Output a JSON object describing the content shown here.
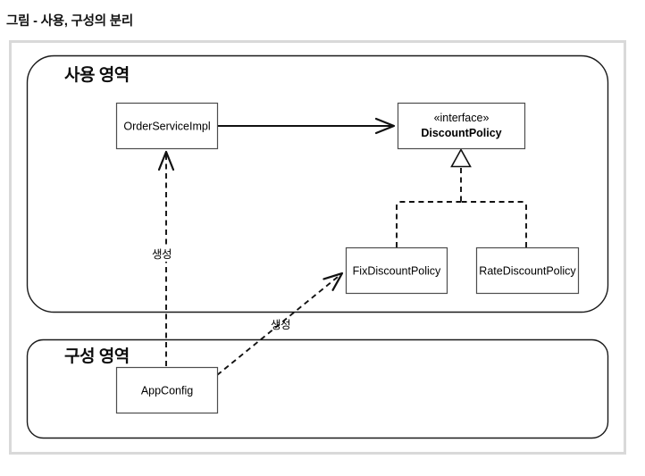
{
  "title": "그림 - 사용, 구성의 분리",
  "diagram": {
    "regions": {
      "usage": {
        "label": "사용 영역"
      },
      "config": {
        "label": "구성 영역"
      }
    },
    "nodes": {
      "order_service_impl": {
        "label": "OrderServiceImpl"
      },
      "discount_policy": {
        "stereotype": "«interface»",
        "label": "DiscountPolicy"
      },
      "fix_discount_policy": {
        "label": "FixDiscountPolicy"
      },
      "rate_discount_policy": {
        "label": "RateDiscountPolicy"
      },
      "app_config": {
        "label": "AppConfig"
      }
    },
    "edges": {
      "create_order_service": {
        "label": "생성"
      },
      "create_fix_discount": {
        "label": "생성"
      }
    },
    "colors": {
      "line": "#1a1a1a",
      "box_border": "#4d4d4d",
      "canvas_border": "#d9d9d9",
      "background": "#ffffff"
    }
  }
}
